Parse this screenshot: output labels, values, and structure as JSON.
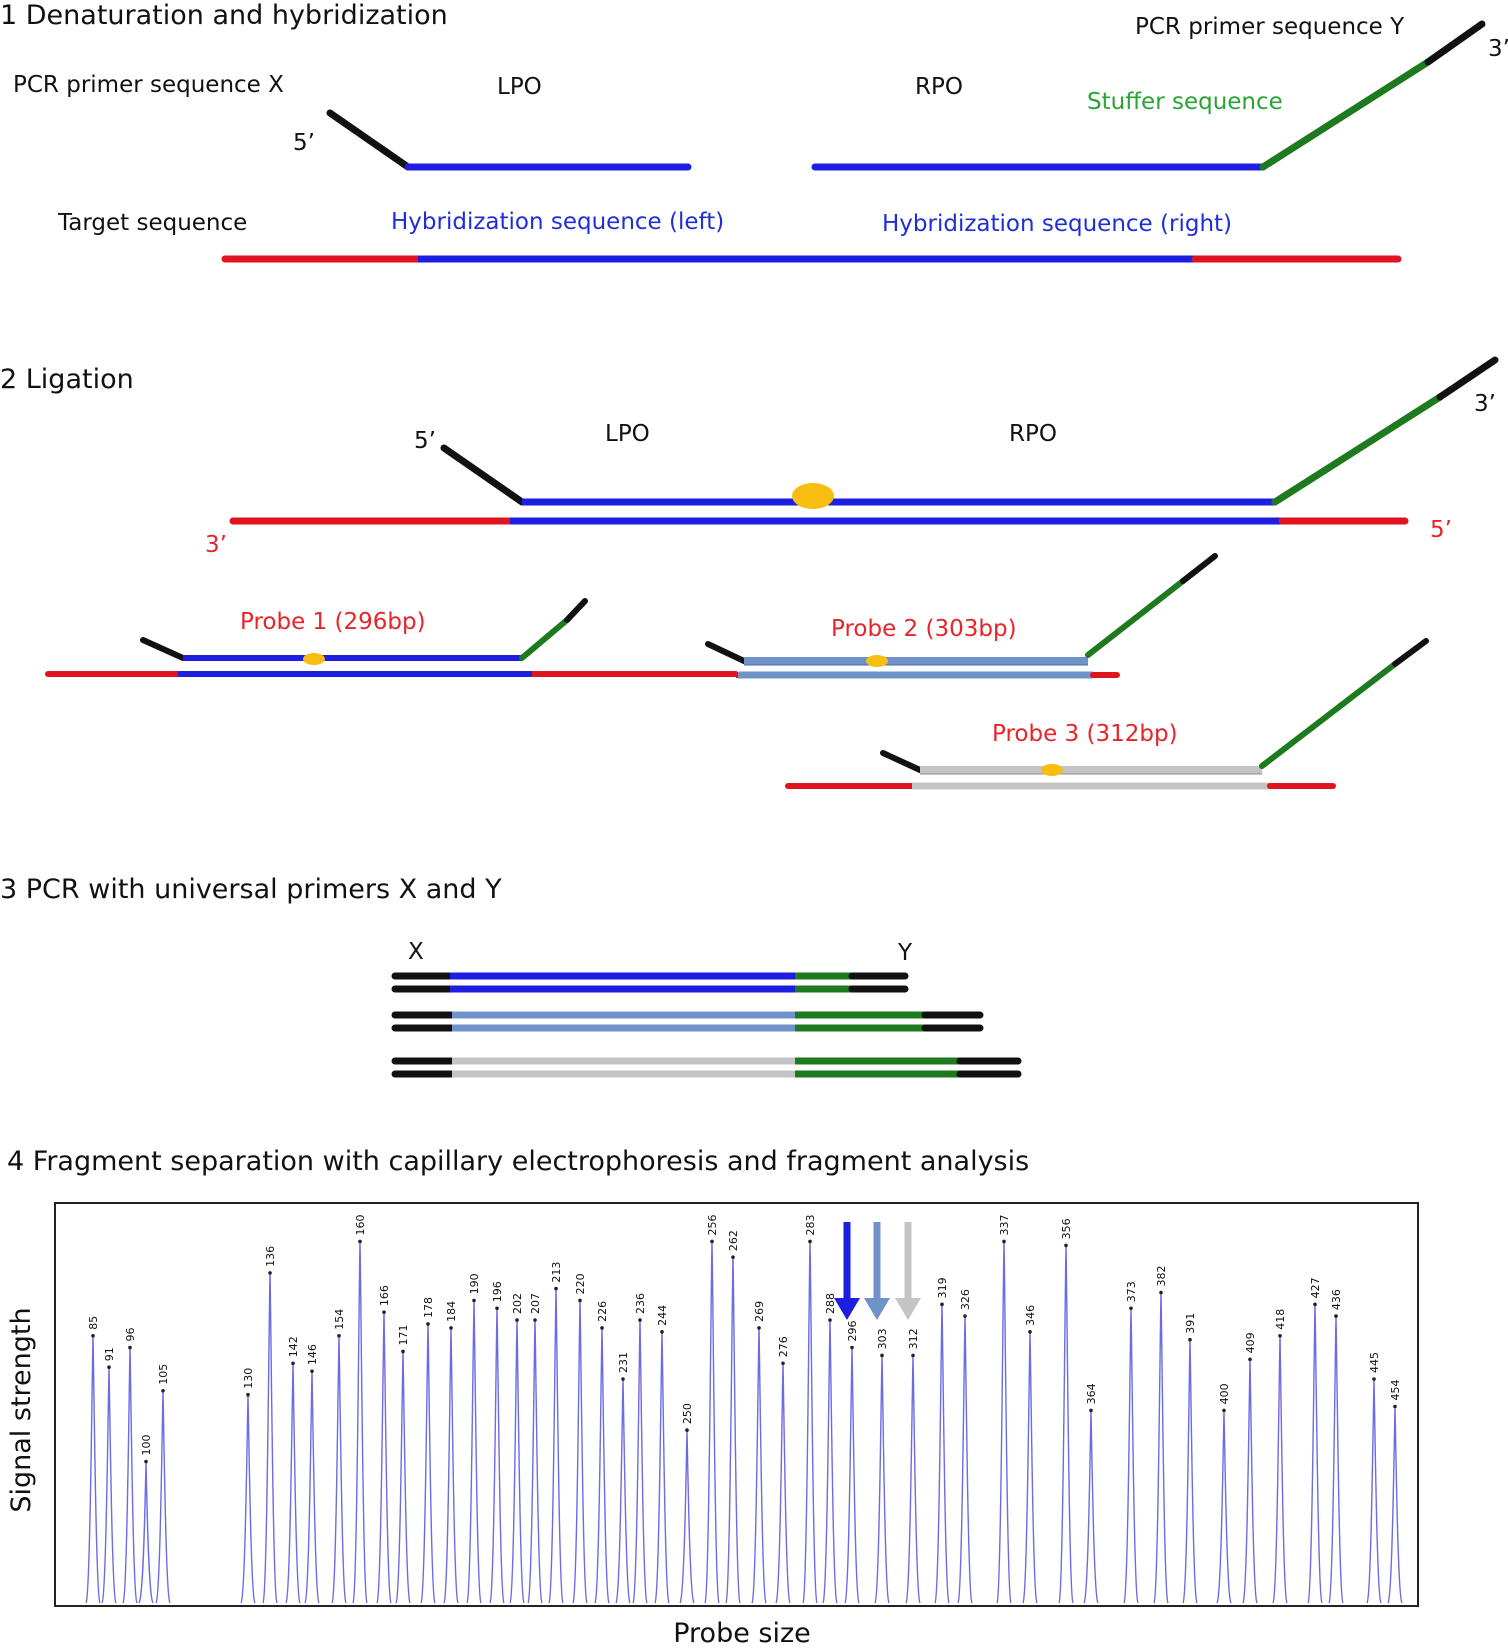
{
  "step1": {
    "title": "1 Denaturation and hybridization",
    "primer_x": "PCR primer sequence X",
    "primer_y": "PCR primer sequence Y",
    "lpo": "LPO",
    "rpo": "RPO",
    "stuffer": "Stuffer sequence",
    "five_prime": "5’",
    "three_prime": "3’",
    "target": "Target sequence",
    "hyb_left": "Hybridization sequence (left)",
    "hyb_right": "Hybridization sequence (right)"
  },
  "step2": {
    "title": "2 Ligation",
    "lpo": "LPO",
    "rpo": "RPO",
    "five_prime": "5’",
    "three_prime": "3’",
    "target_three_prime": "3’",
    "target_five_prime": "5’",
    "probe1": "Probe 1 (296bp)",
    "probe2": "Probe 2 (303bp)",
    "probe3": "Probe 3 (312bp)"
  },
  "step3": {
    "title": "3 PCR with universal primers X and Y",
    "x": "X",
    "y": "Y"
  },
  "step4": {
    "title": "4 Fragment separation with capillary electrophoresis and fragment analysis",
    "ylabel": "Signal strength",
    "xlabel": "Probe size"
  },
  "colors": {
    "blue": "#1d1ee0",
    "light_blue": "#6f93c9",
    "gray": "#b8b8b8",
    "green": "#1e7a1e",
    "red": "#e0141e",
    "black": "#111111",
    "yellow": "#f7bd0f",
    "peak": "#6b6be6"
  },
  "chart_data": {
    "type": "line",
    "title": "",
    "xlabel": "Probe size",
    "ylabel": "Signal strength",
    "arrows": [
      {
        "target": "296",
        "color": "#1d1ee0"
      },
      {
        "target": "303",
        "color": "#6f93c9"
      },
      {
        "target": "312",
        "color": "#c4c4c4"
      }
    ],
    "peaks": [
      {
        "label": "85",
        "height": 0.68
      },
      {
        "label": "91",
        "height": 0.6
      },
      {
        "label": "96",
        "height": 0.65
      },
      {
        "label": "100",
        "height": 0.36
      },
      {
        "label": "105",
        "height": 0.54
      },
      {
        "label": "130",
        "height": 0.53
      },
      {
        "label": "136",
        "height": 0.84
      },
      {
        "label": "142",
        "height": 0.61
      },
      {
        "label": "146",
        "height": 0.59
      },
      {
        "label": "154",
        "height": 0.68
      },
      {
        "label": "160",
        "height": 0.92
      },
      {
        "label": "166",
        "height": 0.74
      },
      {
        "label": "171",
        "height": 0.64
      },
      {
        "label": "178",
        "height": 0.71
      },
      {
        "label": "184",
        "height": 0.7
      },
      {
        "label": "190",
        "height": 0.77
      },
      {
        "label": "196",
        "height": 0.75
      },
      {
        "label": "202",
        "height": 0.72
      },
      {
        "label": "207",
        "height": 0.72
      },
      {
        "label": "213",
        "height": 0.8
      },
      {
        "label": "220",
        "height": 0.77
      },
      {
        "label": "226",
        "height": 0.7
      },
      {
        "label": "231",
        "height": 0.57
      },
      {
        "label": "236",
        "height": 0.72
      },
      {
        "label": "244",
        "height": 0.69
      },
      {
        "label": "250",
        "height": 0.44
      },
      {
        "label": "256",
        "height": 0.92
      },
      {
        "label": "262",
        "height": 0.88
      },
      {
        "label": "269",
        "height": 0.7
      },
      {
        "label": "276",
        "height": 0.61
      },
      {
        "label": "283",
        "height": 0.92
      },
      {
        "label": "288",
        "height": 0.72
      },
      {
        "label": "296",
        "height": 0.65
      },
      {
        "label": "303",
        "height": 0.63
      },
      {
        "label": "312",
        "height": 0.63
      },
      {
        "label": "319",
        "height": 0.76
      },
      {
        "label": "326",
        "height": 0.73
      },
      {
        "label": "337",
        "height": 0.92
      },
      {
        "label": "346",
        "height": 0.69
      },
      {
        "label": "356",
        "height": 0.91
      },
      {
        "label": "364",
        "height": 0.49
      },
      {
        "label": "373",
        "height": 0.75
      },
      {
        "label": "382",
        "height": 0.79
      },
      {
        "label": "391",
        "height": 0.67
      },
      {
        "label": "400",
        "height": 0.49
      },
      {
        "label": "409",
        "height": 0.62
      },
      {
        "label": "418",
        "height": 0.68
      },
      {
        "label": "427",
        "height": 0.76
      },
      {
        "label": "436",
        "height": 0.73
      },
      {
        "label": "445",
        "height": 0.57
      },
      {
        "label": "454",
        "height": 0.5
      }
    ]
  }
}
